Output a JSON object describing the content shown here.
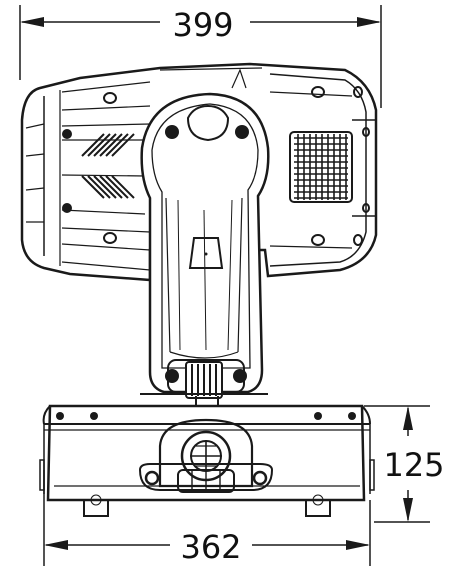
{
  "dimensions": {
    "overall_width": "399",
    "base_width": "362",
    "base_height": "125"
  },
  "colors": {
    "line": "#1a1a1a",
    "background": "#ffffff"
  }
}
